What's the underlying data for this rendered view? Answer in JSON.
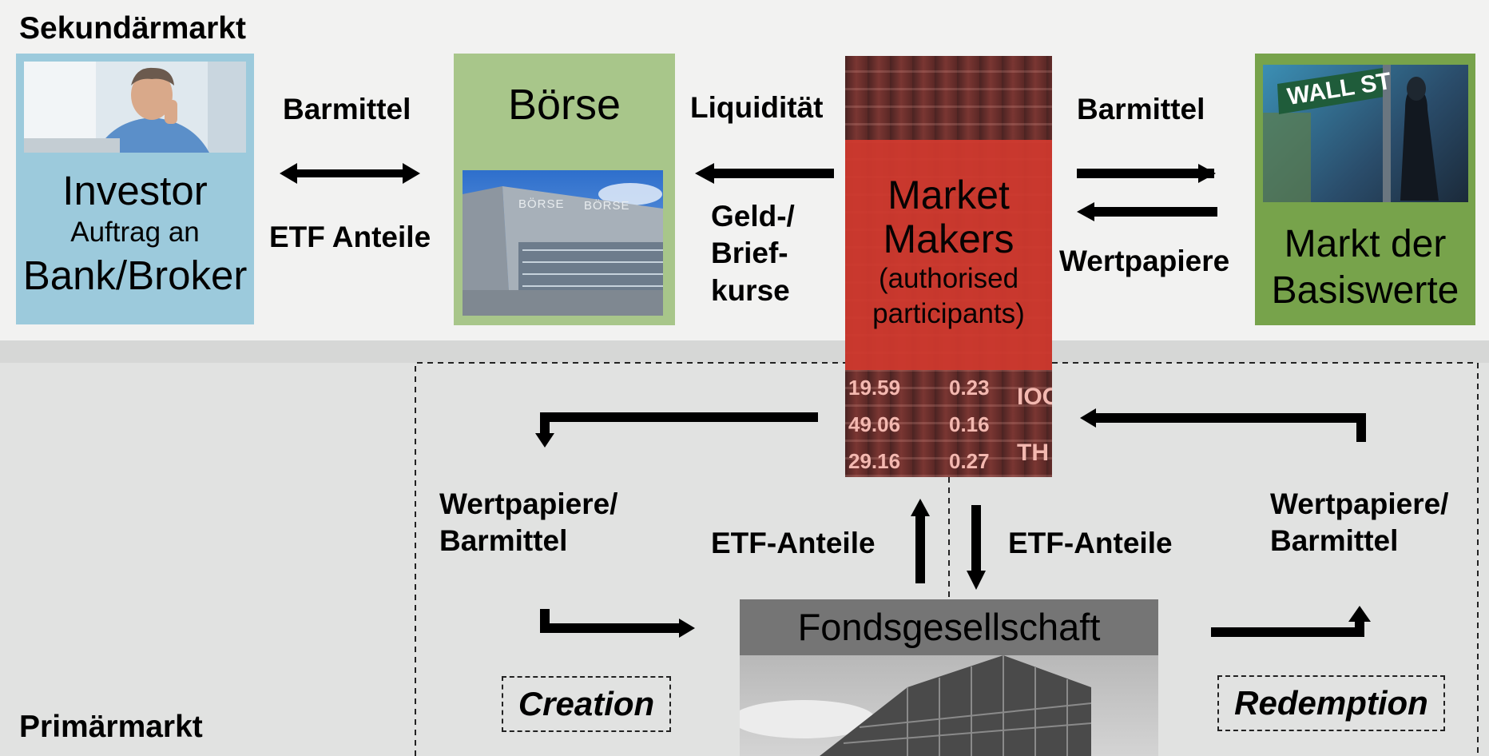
{
  "sections": {
    "secondary": "Sekundärmarkt",
    "primary": "Primärmarkt"
  },
  "nodes": {
    "investor": {
      "title": "Investor",
      "line2": "Auftrag an",
      "line3": "Bank/Broker"
    },
    "boerse": {
      "title": "Börse",
      "sign1": "BÖRSE",
      "sign2": "BÖRSE"
    },
    "market_makers": {
      "line1": "Market",
      "line2": "Makers",
      "line3": "(authorised",
      "line4": "participants)"
    },
    "basis": {
      "line1": "Markt der",
      "line2": "Basiswerte",
      "sign": "WALL ST"
    },
    "fonds": {
      "title": "Fondsgesellschaft"
    }
  },
  "edges": {
    "investor_boerse_top": "Barmittel",
    "investor_boerse_bottom": "ETF Anteile",
    "mm_boerse_top": "Liquidität",
    "mm_boerse_bottom": [
      "Geld-/",
      "Brief-",
      "kurse"
    ],
    "mm_basis_top": "Barmittel",
    "mm_basis_bottom": "Wertpapiere",
    "creation_flow": [
      "Wertpapiere/",
      "Barmittel"
    ],
    "redemption_flow": [
      "Wertpapiere/",
      "Barmittel"
    ],
    "etf_up": "ETF-Anteile",
    "etf_down": "ETF-Anteile"
  },
  "processes": {
    "creation": "Creation",
    "redemption": "Redemption"
  },
  "ticker": [
    "19.59",
    "0.23",
    "49.06",
    "0.16",
    "29.16",
    "0.27",
    "IOC",
    "TH"
  ],
  "colors": {
    "investor": "#9ccadc",
    "boerse": "#a8c68a",
    "basis": "#77a34b",
    "market_makers": "#d0392e",
    "fonds_header": "#757575"
  }
}
